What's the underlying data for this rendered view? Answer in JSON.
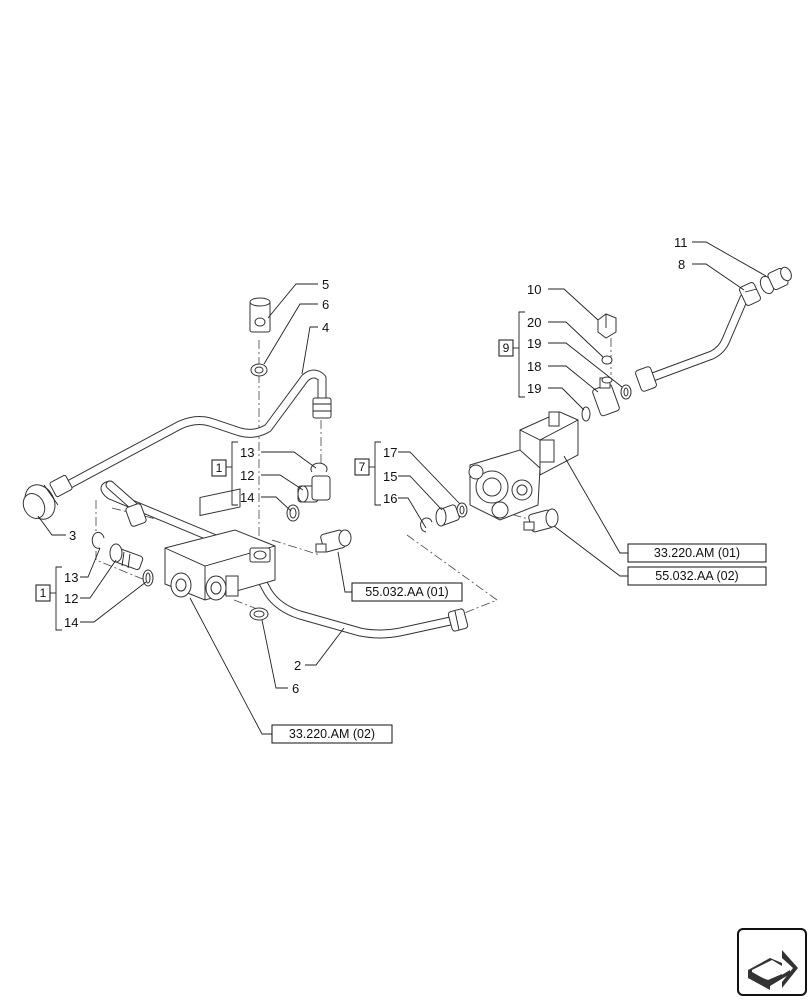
{
  "callouts": {
    "c2": "2",
    "c3": "3",
    "c4": "4",
    "c5": "5",
    "c6a": "6",
    "c6b": "6",
    "c8": "8",
    "c10": "10",
    "c11": "11",
    "c12a": "12",
    "c12b": "12",
    "c13a": "13",
    "c13b": "13",
    "c14a": "14",
    "c14b": "14",
    "c15": "15",
    "c16": "16",
    "c17": "17",
    "c18": "18",
    "c19a": "19",
    "c19b": "19",
    "c20": "20"
  },
  "groups": {
    "g1a": "1",
    "g1b": "1",
    "g7": "7",
    "g9": "9"
  },
  "refs": {
    "r1": "33.220.AM (01)",
    "r2": "55.032.AA (02)",
    "r3": "55.032.AA (01)",
    "r4": "33.220.AM (02)"
  },
  "navigation": {
    "icon": "next-page-arrow-icon"
  }
}
